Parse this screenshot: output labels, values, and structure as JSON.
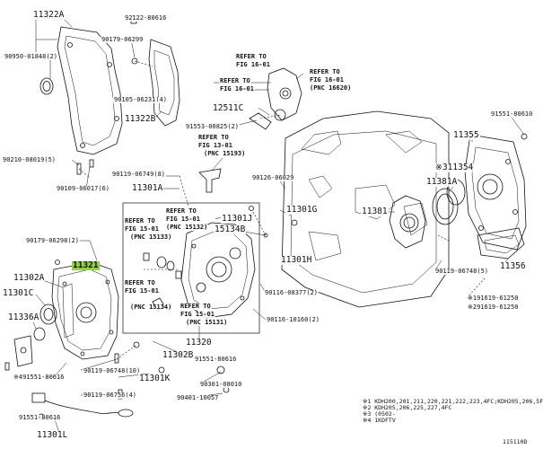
{
  "labels": [
    {
      "id": "p11322a",
      "text": "11322A",
      "big": true
    },
    {
      "id": "p90950",
      "text": "90950-01848(2)"
    },
    {
      "id": "p92122",
      "text": "92122-80616"
    },
    {
      "id": "p90179a",
      "text": "90179-06299"
    },
    {
      "id": "p90105",
      "text": "90105-06231(4)"
    },
    {
      "id": "p11322b",
      "text": "11322B",
      "big": true
    },
    {
      "id": "p90210",
      "text": "90210-08019(5)"
    },
    {
      "id": "p90109",
      "text": "90109-06017(6)"
    },
    {
      "id": "ref1a",
      "text": "REFER TO",
      "bold": true
    },
    {
      "id": "ref1b",
      "text": "FIG 16-01",
      "bold": true
    },
    {
      "id": "ref2a",
      "text": "REFER TO",
      "bold": true
    },
    {
      "id": "ref2b",
      "text": "FIG 16-01",
      "bold": true
    },
    {
      "id": "ref3a",
      "text": "REFER TO",
      "bold": true
    },
    {
      "id": "ref3b",
      "text": "FIG 16-01",
      "bold": true
    },
    {
      "id": "ref3c",
      "text": "(PNC 16620)",
      "bold": true
    },
    {
      "id": "p12511c",
      "text": "12511C",
      "big": true
    },
    {
      "id": "p91553",
      "text": "91553-00825(2)"
    },
    {
      "id": "ref4a",
      "text": "REFER TO",
      "bold": true
    },
    {
      "id": "ref4b",
      "text": "FIG 13-01",
      "bold": true
    },
    {
      "id": "ref4c",
      "text": "(PNC 15193)",
      "bold": true
    },
    {
      "id": "p91551a",
      "text": "91551-80610"
    },
    {
      "id": "p11355",
      "text": "11355",
      "big": true
    },
    {
      "id": "p11354",
      "text": "※311354",
      "big": true
    },
    {
      "id": "p11381a",
      "text": "11381A",
      "big": true
    },
    {
      "id": "p11381",
      "text": "11381",
      "big": true
    },
    {
      "id": "p90119a",
      "text": "90119-06749(8)"
    },
    {
      "id": "p11301a",
      "text": "11301A",
      "big": true
    },
    {
      "id": "p90126",
      "text": "90126-06029"
    },
    {
      "id": "ref5a",
      "text": "REFER TO",
      "bold": true
    },
    {
      "id": "ref5b",
      "text": "FIG 15-01",
      "bold": true
    },
    {
      "id": "ref5c",
      "text": "(PNC 15132)",
      "bold": true
    },
    {
      "id": "ref6a",
      "text": "REFER TO",
      "bold": true
    },
    {
      "id": "ref6b",
      "text": "FIG 15-01",
      "bold": true
    },
    {
      "id": "ref6c",
      "text": "(PNC 15133)",
      "bold": true
    },
    {
      "id": "p11301j",
      "text": "11301J",
      "big": true
    },
    {
      "id": "p15134b",
      "text": "15134B",
      "big": true
    },
    {
      "id": "p11301g",
      "text": "11301G",
      "big": true
    },
    {
      "id": "p90179b",
      "text": "90179-06298(2)"
    },
    {
      "id": "p11321",
      "text": "11321",
      "big": true,
      "highlight": true
    },
    {
      "id": "p11302a",
      "text": "11302A",
      "big": true
    },
    {
      "id": "p11301c",
      "text": "11301C",
      "big": true
    },
    {
      "id": "p11336a",
      "text": "11336A",
      "big": true
    },
    {
      "id": "ref7a",
      "text": "REFER TO",
      "bold": true
    },
    {
      "id": "ref7b",
      "text": "FIG 15-01",
      "bold": true
    },
    {
      "id": "ref7c",
      "text": "(PNC 15134)",
      "bold": true
    },
    {
      "id": "ref8a",
      "text": "REFER TO",
      "bold": true
    },
    {
      "id": "ref8b",
      "text": "FIG 15-01",
      "bold": true
    },
    {
      "id": "ref8c",
      "text": "(PNC 15131)",
      "bold": true
    },
    {
      "id": "p11301h",
      "text": "11301H",
      "big": true
    },
    {
      "id": "p90116a",
      "text": "90116-08377(2)"
    },
    {
      "id": "p90116b",
      "text": "90116-10160(2)"
    },
    {
      "id": "p90119b",
      "text": "90119-06748(5)"
    },
    {
      "id": "p11356",
      "text": "11356",
      "big": true
    },
    {
      "id": "p91619",
      "text": "※191619-61250"
    },
    {
      "id": "p91619b",
      "text": "※291619-61250"
    },
    {
      "id": "p11320",
      "text": "11320",
      "big": true
    },
    {
      "id": "p11302b",
      "text": "11302B",
      "big": true
    },
    {
      "id": "p91551b",
      "text": "91551-80616"
    },
    {
      "id": "p91551c",
      "text": "※491551-80616"
    },
    {
      "id": "p90119c",
      "text": "90119-06748(10)"
    },
    {
      "id": "p11301k",
      "text": "11301K",
      "big": true
    },
    {
      "id": "p90119d",
      "text": "90119-06756(4)"
    },
    {
      "id": "p90301",
      "text": "90301-08010"
    },
    {
      "id": "p90401",
      "text": "90401-10057"
    },
    {
      "id": "p91551d",
      "text": "91551-80616"
    },
    {
      "id": "p11301l",
      "text": "11301L",
      "big": true
    }
  ],
  "notes": [
    "※1 KDH200,201,211,220,221,222,223,4FC;KDH205,206,5F",
    "※2 KDH205,206,225,227,4FC",
    "※3 (0502-",
    "※4 1KDFTV"
  ],
  "figure_id": "115110D",
  "colors": {
    "ink": "#111111",
    "highlight": "#8fd13f"
  }
}
